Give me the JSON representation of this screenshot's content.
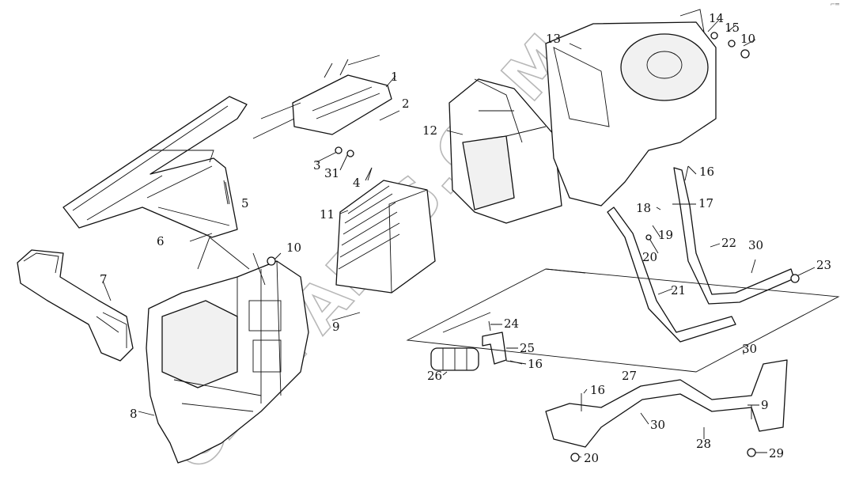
{
  "diagram": {
    "callouts": [
      {
        "n": "1"
      },
      {
        "n": "2"
      },
      {
        "n": "3"
      },
      {
        "n": "31"
      },
      {
        "n": "4"
      },
      {
        "n": "5"
      },
      {
        "n": "6"
      },
      {
        "n": "7"
      },
      {
        "n": "8"
      },
      {
        "n": "9"
      },
      {
        "n": "10"
      },
      {
        "n": "11"
      },
      {
        "n": "12"
      },
      {
        "n": "13"
      },
      {
        "n": "14"
      },
      {
        "n": "15"
      },
      {
        "n": "10"
      },
      {
        "n": "16"
      },
      {
        "n": "17"
      },
      {
        "n": "18"
      },
      {
        "n": "19"
      },
      {
        "n": "20"
      },
      {
        "n": "21"
      },
      {
        "n": "22"
      },
      {
        "n": "30"
      },
      {
        "n": "23"
      },
      {
        "n": "24"
      },
      {
        "n": "25"
      },
      {
        "n": "16"
      },
      {
        "n": "26"
      },
      {
        "n": "16"
      },
      {
        "n": "27"
      },
      {
        "n": "30"
      },
      {
        "n": "28"
      },
      {
        "n": "9"
      },
      {
        "n": "30"
      },
      {
        "n": "20"
      },
      {
        "n": "29"
      }
    ],
    "corner_mark": "⌐═"
  }
}
